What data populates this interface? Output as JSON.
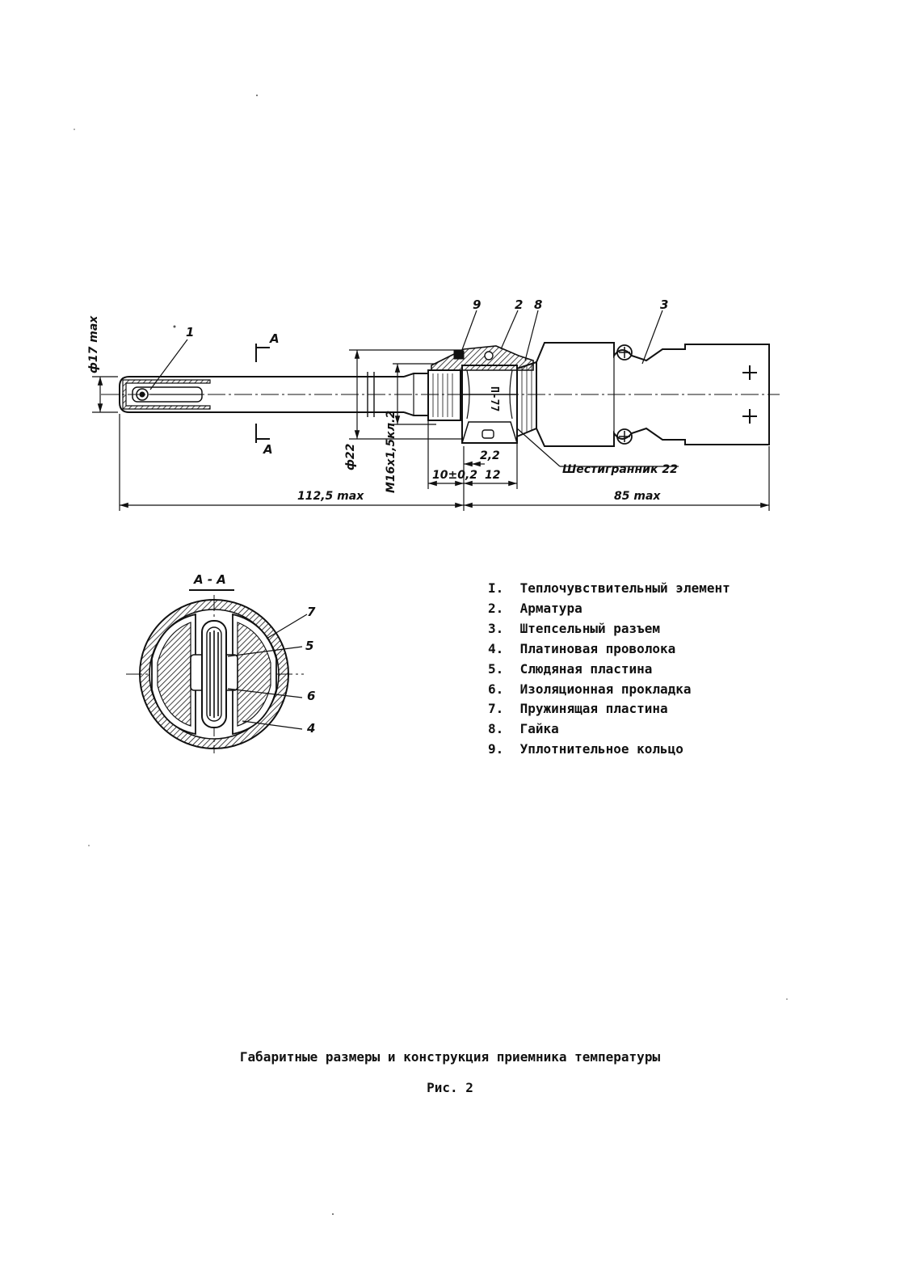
{
  "drawing": {
    "dimensions": {
      "diameter_tip": "ф17 max",
      "diameter_22": "ф22",
      "thread": "М16x1,5кл.2",
      "length_probe": "112,5 max",
      "length_head": "85 max",
      "length_10": "10±0,2",
      "length_12": "12",
      "length_2_2": "2,2",
      "hex_note": "Шестигранник  22"
    },
    "section_marks": {
      "mark_top": "А",
      "mark_bottom": "А",
      "section_title": "А - А"
    },
    "callouts": {
      "c1": "1",
      "c2": "2",
      "c3": "3",
      "c4": "4",
      "c5": "5",
      "c6": "6",
      "c7": "7",
      "c8": "8",
      "c9": "9"
    },
    "nut_marking": "П-77"
  },
  "legend": [
    {
      "num": "I.",
      "text": "Теплочувствительный элемент"
    },
    {
      "num": "2.",
      "text": "Арматура"
    },
    {
      "num": "3.",
      "text": "Штепсельный разъем"
    },
    {
      "num": "4.",
      "text": "Платиновая проволока"
    },
    {
      "num": "5.",
      "text": "Слюдяная пластина"
    },
    {
      "num": "6.",
      "text": "Изоляционная прокладка"
    },
    {
      "num": "7.",
      "text": "Пружинящая пластина"
    },
    {
      "num": "8.",
      "text": "Гайка"
    },
    {
      "num": "9.",
      "text": "Уплотнительное кольцо"
    }
  ],
  "caption": "Габаритные размеры и конструкция приемника температуры",
  "figure_label": "Рис. 2"
}
